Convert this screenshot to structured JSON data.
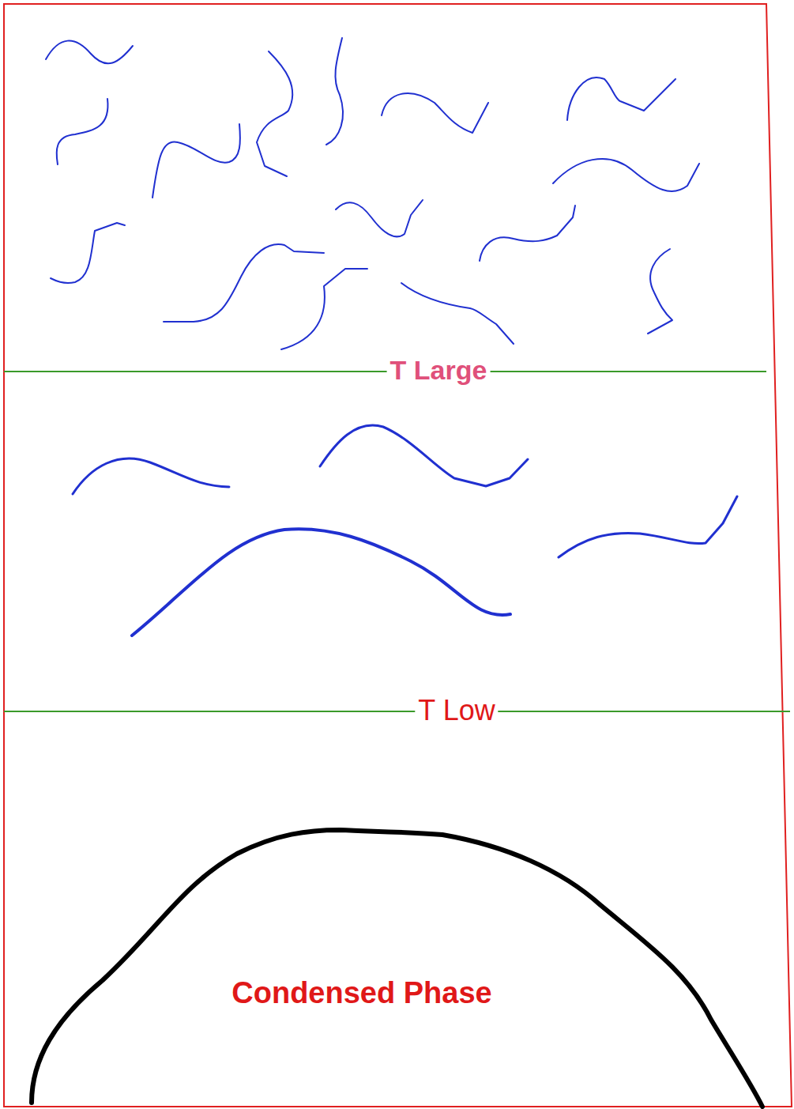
{
  "diagram": {
    "nodes": [
      {
        "text": [
          "Condensed Phase"
        ]
      }
    ],
    "labels": [
      "T Large",
      "T Low"
    ]
  }
}
